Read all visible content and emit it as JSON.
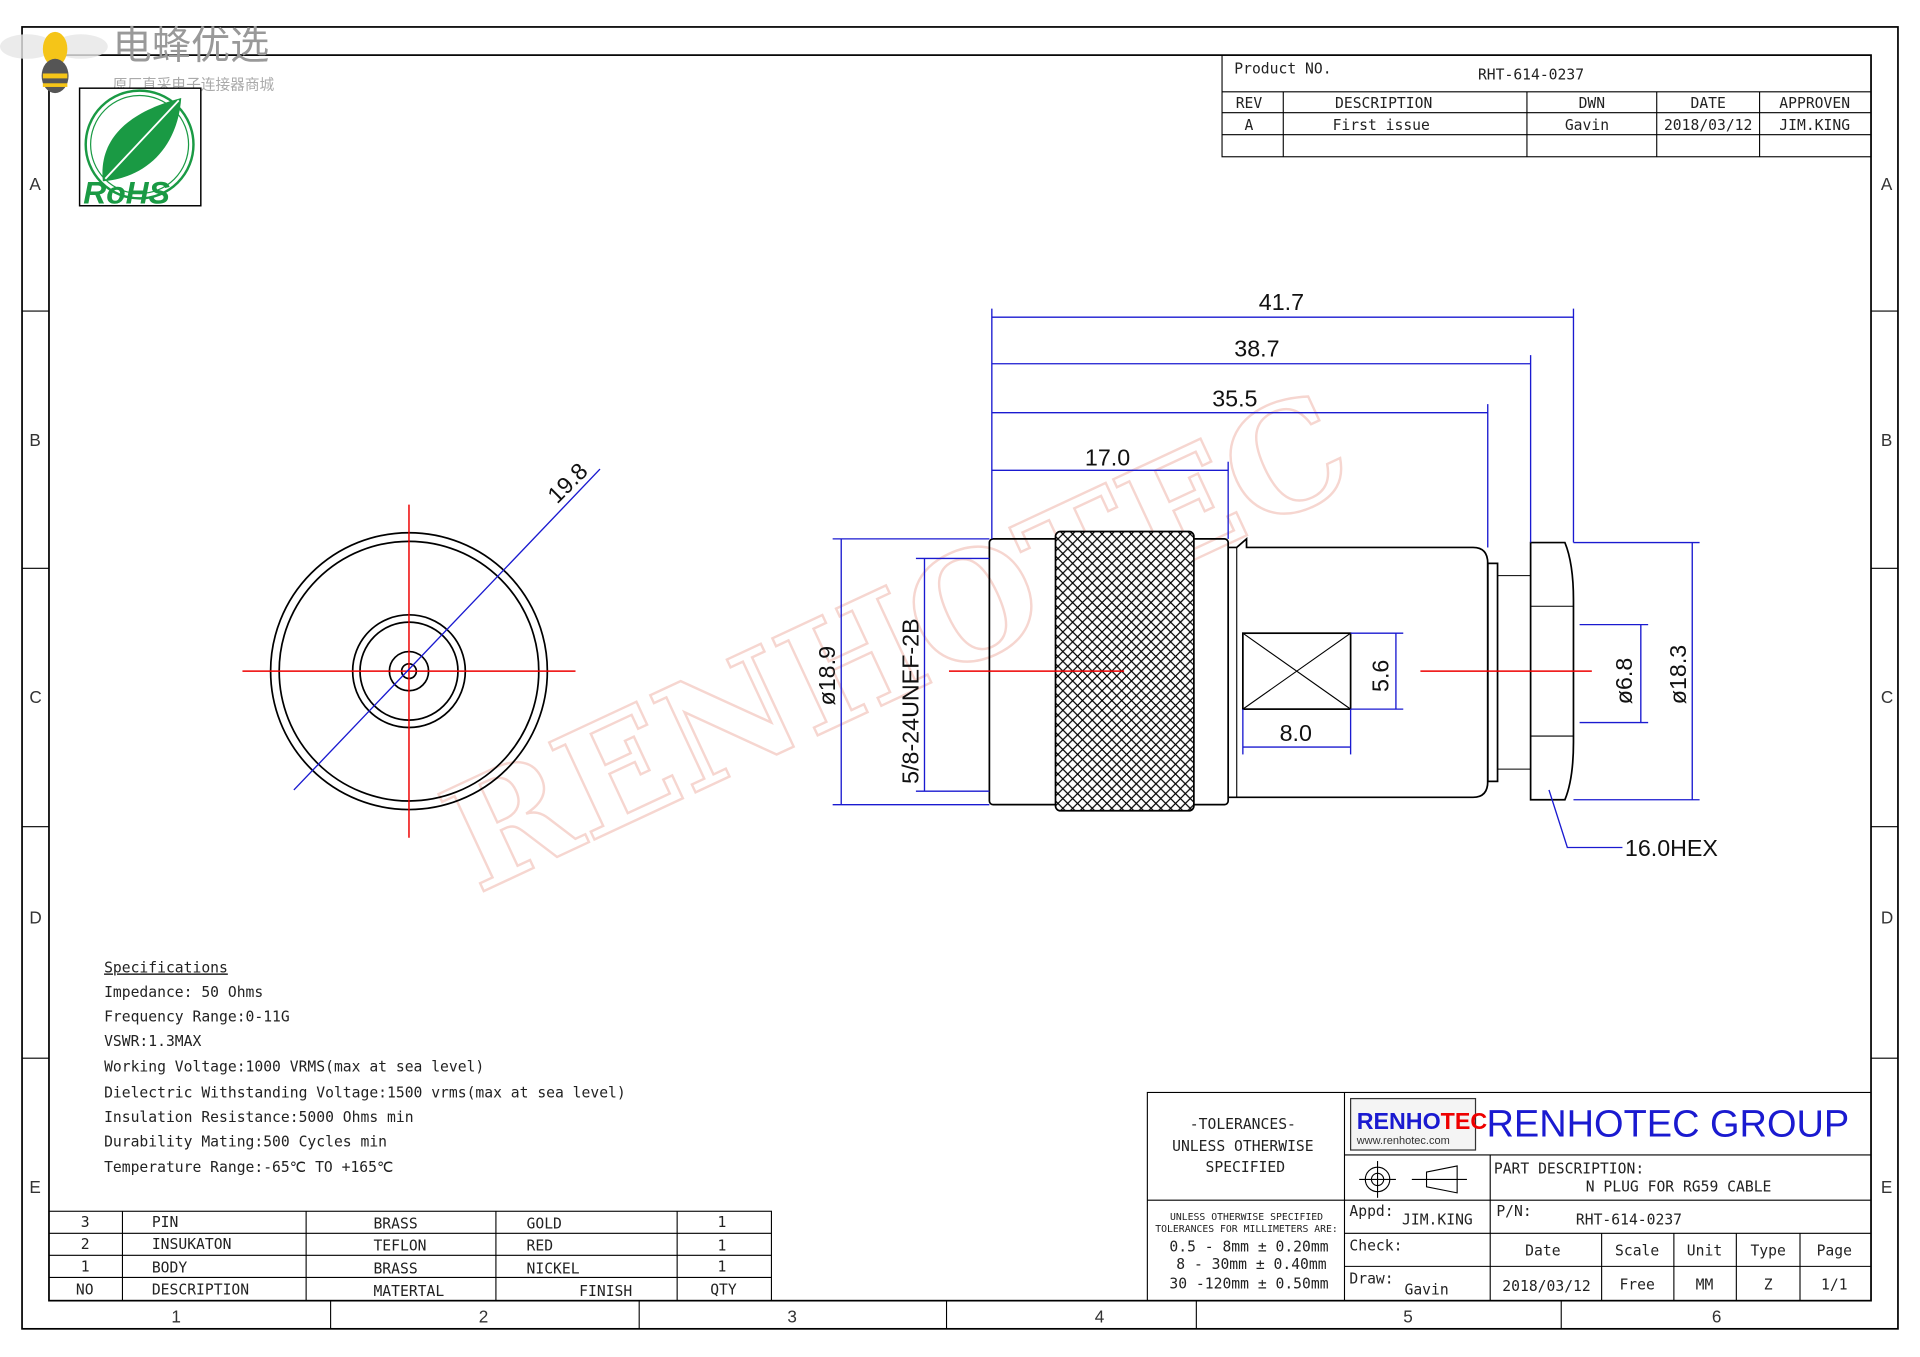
{
  "watermark_logo": {
    "title": "电蜂优选",
    "subtitle": "原厂直采电子连接器商城"
  },
  "rohs_logo": {
    "text": "RoHS"
  },
  "watermark": "RENHOTEC",
  "zones": {
    "rows": [
      "A",
      "B",
      "C",
      "D",
      "E"
    ],
    "cols": [
      "1",
      "2",
      "3",
      "4",
      "5",
      "6"
    ]
  },
  "revision_table": {
    "product_no_label": "Product NO.",
    "product_no": "RHT-614-0237",
    "headers": [
      "REV",
      "DESCRIPTION",
      "DWN",
      "DATE",
      "APPROVEN"
    ],
    "rows": [
      [
        "A",
        "First issue",
        "Gavin",
        "2018/03/12",
        "JIM.KING"
      ]
    ]
  },
  "dimensions": {
    "front_diameter": "19.8",
    "overall_length": "41.7",
    "length_2": "38.7",
    "length_3": "35.5",
    "length_4": "17.0",
    "body_diameter": "ø18.9",
    "thread": "5/8-24UNEF-2B",
    "crimp_width": "5.6",
    "crimp_length": "8.0",
    "inner_diameter": "ø6.8",
    "outer_diameter": "ø18.3",
    "hex": "16.0HEX"
  },
  "specifications": {
    "title": "Specifications",
    "lines": [
      "Impedance: 50 Ohms",
      "Frequency Range:0-11G",
      "VSWR:1.3MAX",
      "Working Voltage:1000 VRMS(max at sea level)",
      "Dielectric Withstanding Voltage:1500 vrms(max at sea level)",
      "Insulation Resistance:5000 Ohms min",
      "Durability Mating:500 Cycles min",
      "Temperature Range:-65℃ TO +165℃"
    ]
  },
  "bom": {
    "rows": [
      [
        "3",
        "PIN",
        "BRASS",
        "GOLD",
        "1"
      ],
      [
        "2",
        "INSUKATON",
        "TEFLON",
        "RED",
        "1"
      ],
      [
        "1",
        "BODY",
        "BRASS",
        "NICKEL",
        "1"
      ]
    ],
    "headers": [
      "NO",
      "DESCRIPTION",
      "MATERTAL",
      "FINISH",
      "QTY"
    ]
  },
  "title_block": {
    "tolerances": [
      "-TOLERANCES-",
      "UNLESS OTHERWISE",
      "SPECIFIED"
    ],
    "tol_note": [
      "UNLESS OTHERWISE SPECIFIED",
      "TOLERANCES FOR MILLIMETERS ARE:"
    ],
    "tol_values": [
      "0.5 - 8mm ± 0.20mm",
      "8 - 30mm ± 0.40mm",
      "30 -120mm ± 0.50mm"
    ],
    "logo_main_a": "RENHO",
    "logo_main_b": "TEC",
    "logo_url": "www.renhotec.com",
    "company": "RENHOTEC GROUP",
    "part_desc_label": "PART DESCRIPTION:",
    "part_desc": "N PLUG FOR RG59 CABLE",
    "appd_label": "Appd:",
    "appd": "JIM.KING",
    "pn_label": "P/N:",
    "pn": "RHT-614-0237",
    "check_label": "Check:",
    "draw_label": "Draw:",
    "draw": "Gavin",
    "headers": [
      "Date",
      "Scale",
      "Unit",
      "Type",
      "Page"
    ],
    "values": [
      "2018/03/12",
      "Free",
      "MM",
      "Z",
      "1/1"
    ]
  },
  "colors": {
    "dimension": "#1a1ad0",
    "centerline": "#e00000",
    "brand_blue": "#1a1ad0",
    "brand_red": "#e00000",
    "rohs_green": "#1a9a44"
  }
}
